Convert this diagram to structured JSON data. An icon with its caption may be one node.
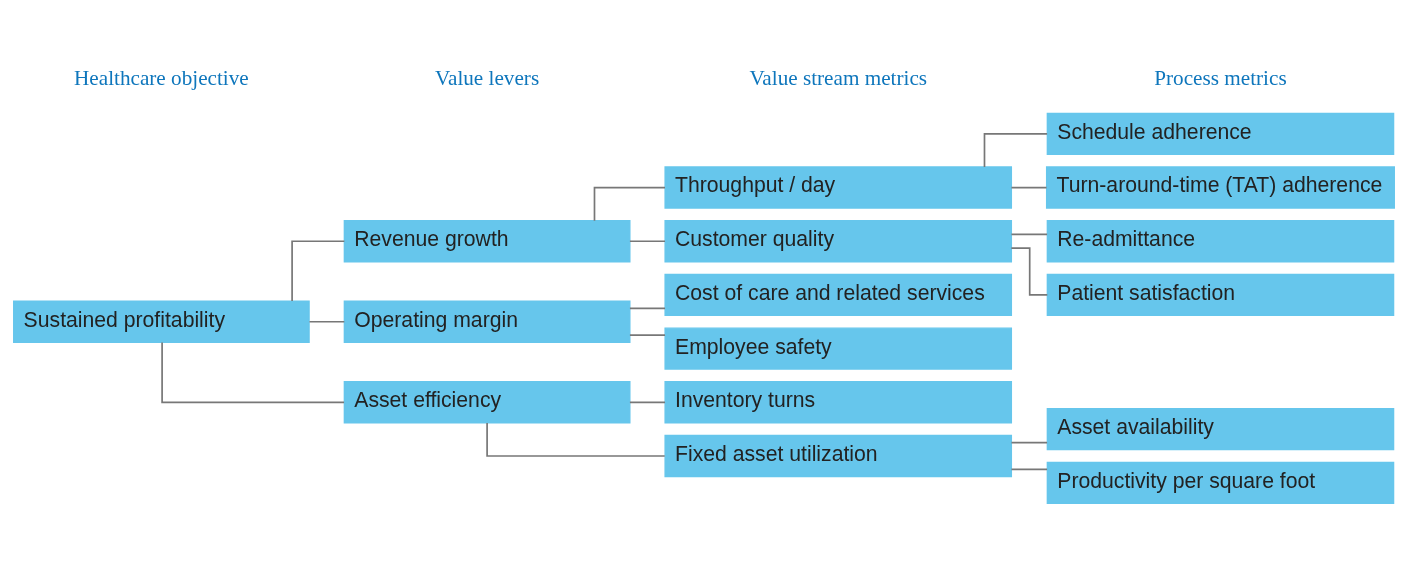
{
  "diagram": {
    "nodes": [
      {
        "text": [
          "Sustained profitability"
        ]
      },
      {
        "text": [
          "Revenue growth"
        ]
      },
      {
        "text": [
          "Operating margin"
        ]
      },
      {
        "text": [
          "Asset efficiency"
        ]
      },
      {
        "text": [
          "Throughput / day"
        ]
      },
      {
        "text": [
          "Customer quality"
        ]
      },
      {
        "text": [
          "Cost of care and related services"
        ]
      },
      {
        "text": [
          "Employee safety"
        ]
      },
      {
        "text": [
          "Inventory turns"
        ]
      },
      {
        "text": [
          "Fixed asset utilization"
        ]
      },
      {
        "text": [
          "Schedule adherence"
        ]
      },
      {
        "text": [
          "Turn-around-time (TAT) adherence"
        ]
      },
      {
        "text": [
          "Re-admittance"
        ]
      },
      {
        "text": [
          "Patient satisfaction"
        ]
      },
      {
        "text": [
          "Asset availability"
        ]
      },
      {
        "text": [
          "Productivity per square foot"
        ]
      }
    ],
    "edges": [
      {
        "from": 0,
        "to": 1,
        "arrow": "none"
      },
      {
        "from": 0,
        "to": 2,
        "arrow": "none"
      },
      {
        "from": 0,
        "to": 3,
        "arrow": "none"
      },
      {
        "from": 1,
        "to": 4,
        "arrow": "none"
      },
      {
        "from": 1,
        "to": 5,
        "arrow": "none"
      },
      {
        "from": 2,
        "to": 6,
        "arrow": "none"
      },
      {
        "from": 2,
        "to": 7,
        "arrow": "none"
      },
      {
        "from": 3,
        "to": 8,
        "arrow": "none"
      },
      {
        "from": 3,
        "to": 9,
        "arrow": "none"
      },
      {
        "from": 4,
        "to": 10,
        "arrow": "none"
      },
      {
        "from": 4,
        "to": 11,
        "arrow": "none"
      },
      {
        "from": 5,
        "to": 12,
        "arrow": "none"
      },
      {
        "from": 5,
        "to": 13,
        "arrow": "none"
      },
      {
        "from": 9,
        "to": 14,
        "arrow": "none"
      },
      {
        "from": 9,
        "to": 15,
        "arrow": "none"
      }
    ],
    "labels": [
      "Process metrics",
      "Value stream metrics",
      "Value levers",
      "Healthcare objective"
    ]
  }
}
